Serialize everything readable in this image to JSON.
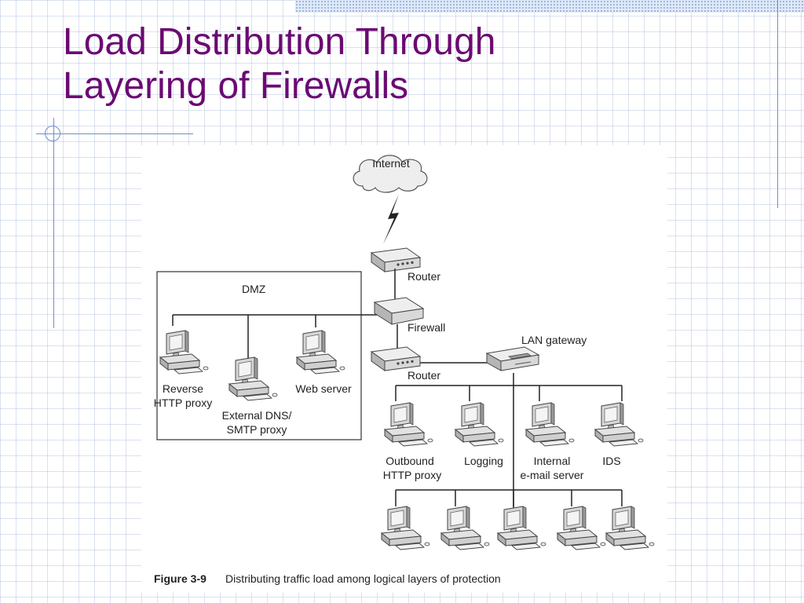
{
  "slide": {
    "title_line1": "Load Distribution Through",
    "title_line2": "Layering of Firewalls",
    "accent_color": "#6b0a73"
  },
  "diagram": {
    "internet": "Internet",
    "dmz": "DMZ",
    "router_top": "Router",
    "firewall": "Firewall",
    "router_bottom": "Router",
    "lan_gateway": "LAN gateway",
    "reverse_proxy": [
      "Reverse",
      "HTTP proxy"
    ],
    "external_dns": [
      "External DNS/",
      "SMTP proxy"
    ],
    "web_server": "Web server",
    "outbound_proxy": [
      "Outbound",
      "HTTP proxy"
    ],
    "logging": "Logging",
    "internal_mail": [
      "Internal",
      "e-mail server"
    ],
    "ids": "IDS"
  },
  "caption": {
    "label": "Figure 3-9",
    "text": "Distributing traffic load among logical layers of protection"
  }
}
